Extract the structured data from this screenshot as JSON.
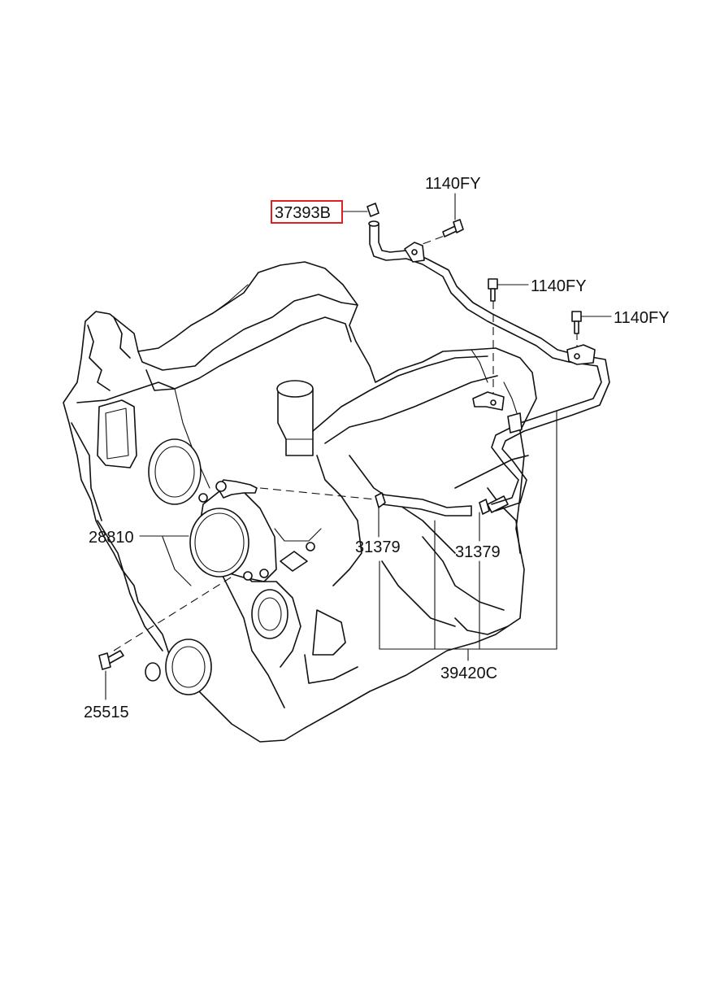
{
  "parts": {
    "highlighted": "37393B",
    "bolt_1": "1140FY",
    "bolt_2": "1140FY",
    "bolt_3": "1140FY",
    "vacuum_pump": "28810",
    "clamp_left": "31379",
    "clamp_right": "31379",
    "hose_assembly": "39420C",
    "pump_bolt": "25515"
  },
  "colors": {
    "highlight": "#e02020",
    "line": "#111111"
  }
}
